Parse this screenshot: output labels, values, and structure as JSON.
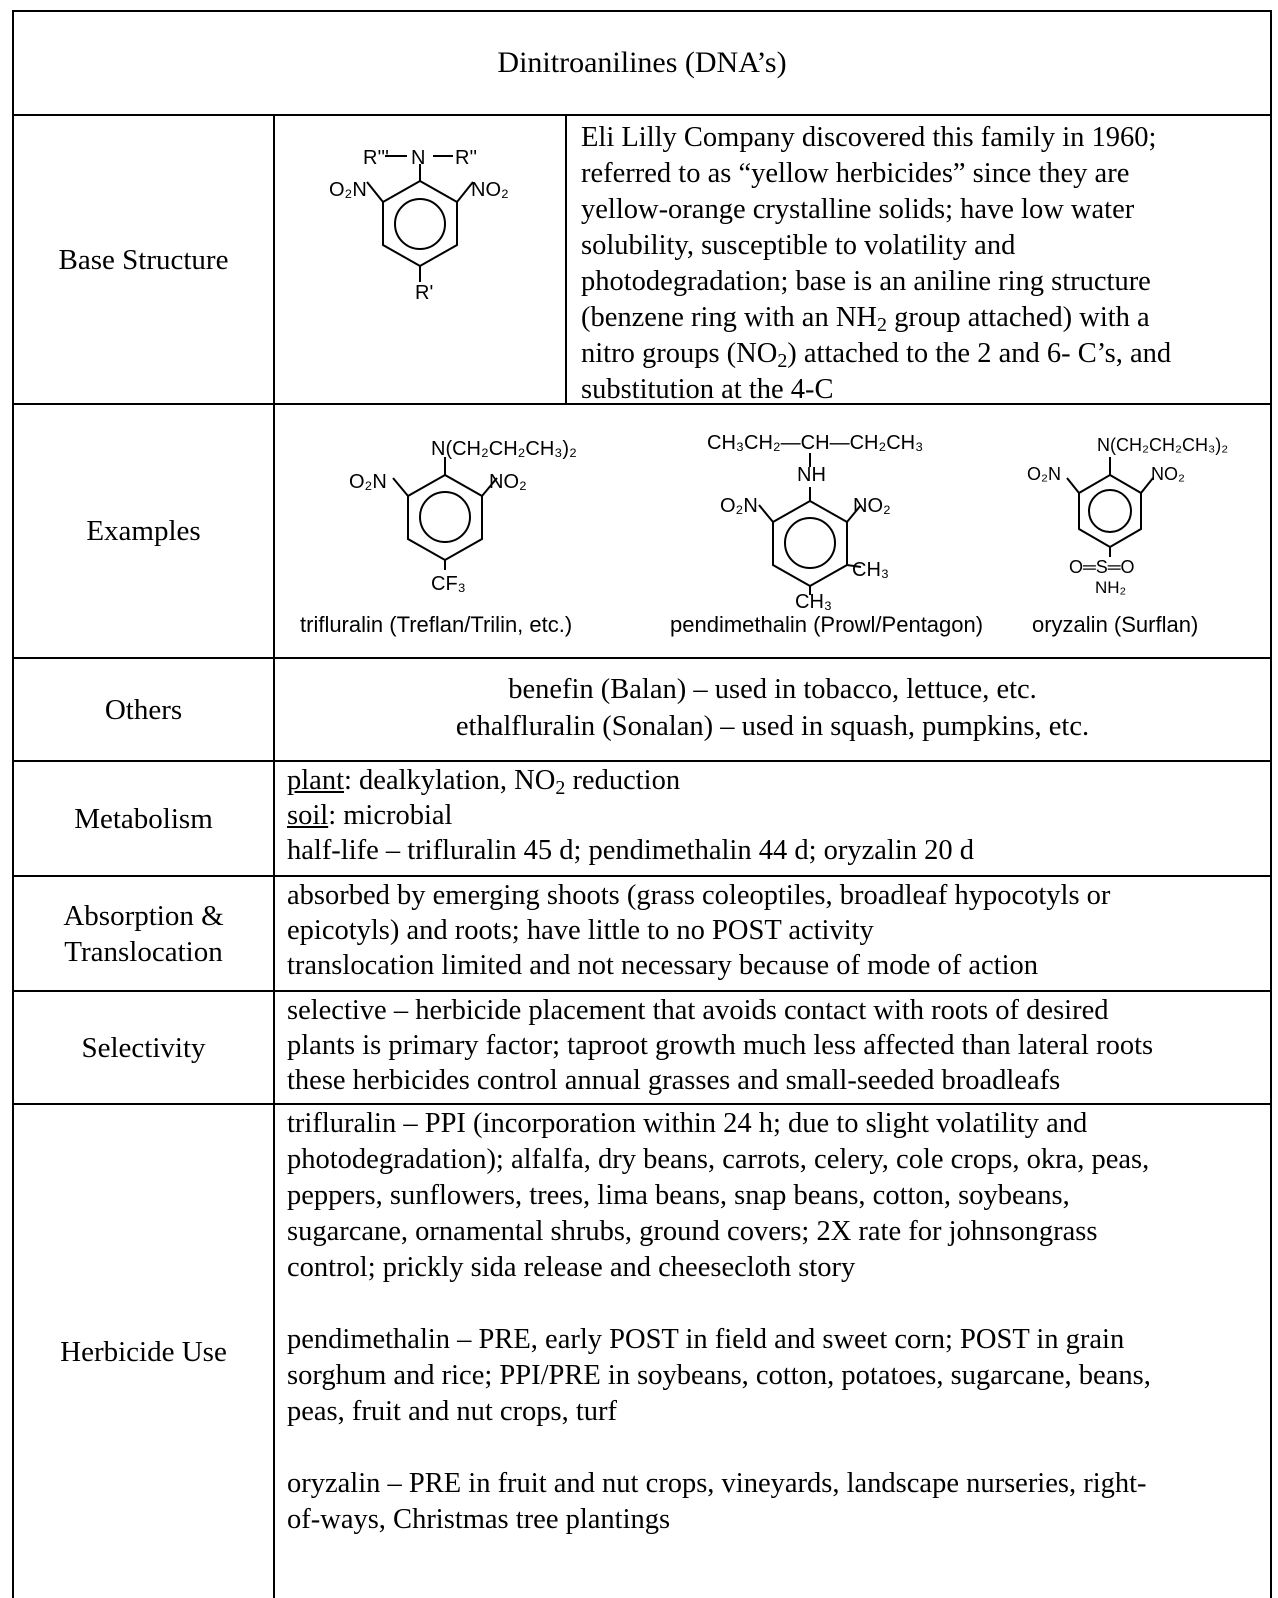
{
  "title": "Dinitroanilines (DNA’s)",
  "base_structure": {
    "label": "Base Structure",
    "chem": {
      "top_left": "R'''",
      "N": "N",
      "top_right": "R''",
      "left": "O₂N",
      "right": "NO₂",
      "bottom": "R'"
    },
    "description": [
      "Eli Lilly Company discovered this family in 1960;",
      "referred to as “yellow herbicides” since they are",
      "yellow-orange crystalline solids; have low water",
      "solubility, susceptible to volatility and",
      "photodegradation; base is an aniline ring structure",
      "(benzene ring with an NH",
      "2",
      " group attached) with a",
      "nitro groups (NO",
      "2",
      ") attached to the 2 and 6- C’s, and",
      "substitution at the 4-C"
    ]
  },
  "examples": {
    "label": "Examples",
    "items": [
      {
        "caption": "trifluralin (Treflan/Trilin, etc.)",
        "chem": {
          "top": "N(CH₂CH₂CH₃)₂",
          "left": "O₂N",
          "right": "NO₂",
          "bottom": "CF₃"
        }
      },
      {
        "caption": "pendimethalin (Prowl/Pentagon)",
        "chem": {
          "top": "CH₃CH₂—CH—CH₂CH₃",
          "nh": "NH",
          "left": "O₂N",
          "right": "NO₂",
          "side": "CH₃",
          "bottom": "CH₃"
        }
      },
      {
        "caption": "oryzalin (Surflan)",
        "chem": {
          "top": "N(CH₂CH₂CH₃)₂",
          "left": "O₂N",
          "right": "NO₂",
          "sulfonyl": "O═S═O",
          "bottom": "NH₂"
        }
      }
    ]
  },
  "others": {
    "label": "Others",
    "lines": [
      "benefin (Balan) – used in tobacco, lettuce, etc.",
      "ethalfluralin (Sonalan) – used in squash, pumpkins, etc."
    ]
  },
  "metabolism": {
    "label": "Metabolism",
    "plant_label": "plant",
    "plant_text_a": ": dealkylation, NO",
    "plant_sub": "2",
    "plant_text_b": " reduction",
    "soil_label": "soil",
    "soil_text": ": microbial",
    "half_life": "half-life – trifluralin 45 d; pendimethalin 44 d; oryzalin 20 d"
  },
  "absorption": {
    "label_line1": "Absorption &",
    "label_line2": "Translocation",
    "lines": [
      "absorbed by emerging shoots (grass coleoptiles, broadleaf hypocotyls or",
      "epicotyls) and roots; have little to no POST activity",
      "translocation limited and not necessary because of mode of action"
    ]
  },
  "selectivity": {
    "label": "Selectivity",
    "lines": [
      "selective – herbicide placement that avoids contact with roots of desired",
      "plants is primary factor; taproot growth much less affected than lateral roots",
      "these herbicides control annual grasses and small-seeded broadleafs"
    ]
  },
  "herbicide_use": {
    "label": "Herbicide Use",
    "paragraphs": [
      [
        "trifluralin – PPI (incorporation within 24 h; due to slight volatility and",
        "photodegradation); alfalfa, dry beans, carrots, celery, cole crops, okra, peas,",
        "peppers, sunflowers, trees, lima beans, snap beans, cotton, soybeans,",
        "sugarcane, ornamental shrubs, ground covers; 2X rate for johnsongrass",
        "control; prickly sida release and cheesecloth story"
      ],
      [
        "pendimethalin – PRE, early POST in field and sweet corn; POST in grain",
        "sorghum and rice; PPI/PRE in soybeans, cotton, potatoes, sugarcane, beans,",
        "peas, fruit and nut crops, turf"
      ],
      [
        "oryzalin – PRE in fruit and nut crops, vineyards, landscape nurseries, right-",
        "of-ways, Christmas tree plantings"
      ]
    ]
  }
}
